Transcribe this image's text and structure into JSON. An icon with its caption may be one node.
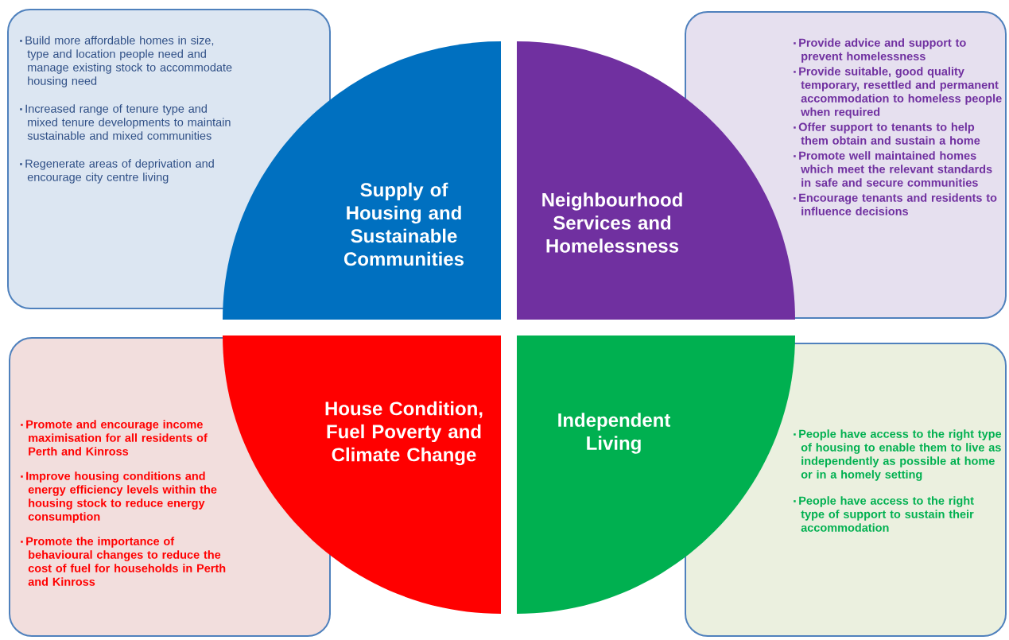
{
  "diagram": {
    "nodes": [
      {
        "text": [
          "Build more affordable homes in size, type and location people need and manage existing stock to accommodate housing need",
          "Increased range of tenure type and mixed tenure developments to maintain sustainable and mixed communities",
          "Regenerate areas of deprivation and encourage city centre living"
        ]
      },
      {
        "text": [
          "Supply of Housing and Sustainable Communities"
        ]
      },
      {
        "text": [
          "Neighbourhood Services and Homelessness"
        ]
      },
      {
        "text": [
          "Provide advice and support to prevent homelessness",
          "Provide suitable, good quality temporary, resettled and permanent accommodation to homeless people when required",
          "Offer support to tenants to help them obtain and sustain a home",
          "Promote well maintained homes which meet the relevant standards in safe and secure communities",
          "Encourage tenants and residents to influence decisions"
        ]
      },
      {
        "text": [
          "Promote and encourage income maximisation for all residents of Perth and Kinross",
          "Improve housing conditions and energy efficiency levels within the housing stock to reduce energy consumption",
          "Promote the importance of behavioural changes to reduce the cost of fuel for households in Perth and Kinross"
        ]
      },
      {
        "text": [
          "House Condition, Fuel Poverty and Climate Change"
        ]
      },
      {
        "text": [
          "Independent Living"
        ]
      },
      {
        "text": [
          "People  have access to the right type of housing to enable them to live as independently as possible at home or in a homely setting",
          "People have access to the right type of support to sustain their accommodation"
        ]
      }
    ]
  }
}
